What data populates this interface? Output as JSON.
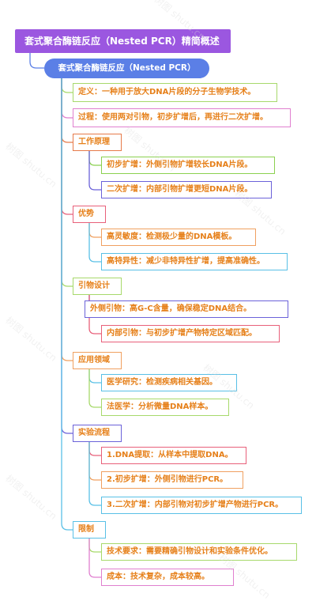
{
  "title": "套式聚合酶链反应（Nested PCR）精简概述",
  "main_node": "套式聚合酶链反应（Nested PCR）",
  "nodes": [
    {
      "id": "def",
      "text": "定义：一种用于放大DNA片段的分子生物学技术。",
      "border": "#a7d96b"
    },
    {
      "id": "proc",
      "text": "过程：使用两对引物，初步扩增后，再进行二次扩增。",
      "border": "#e07fcf"
    },
    {
      "id": "prin",
      "text": "工作原理",
      "border": "#e67a4a"
    },
    {
      "id": "prin1",
      "text": "初步扩增：外侧引物扩增较长DNA片段。",
      "border": "#8bd150"
    },
    {
      "id": "prin2",
      "text": "二次扩增：内部引物扩增更短DNA片段。",
      "border": "#6b62d9"
    },
    {
      "id": "adv",
      "text": "优势",
      "border": "#e8607a"
    },
    {
      "id": "adv1",
      "text": "高灵敏度：检测极少量的DNA模板。",
      "border": "#f0a060"
    },
    {
      "id": "adv2",
      "text": "高特异性：减少非特异性扩增，提高准确性。",
      "border": "#59c0e6"
    },
    {
      "id": "prim",
      "text": "引物设计",
      "border": "#a7d96b"
    },
    {
      "id": "prim1",
      "text": "外侧引物：高G-C含量，确保稳定DNA结合。",
      "border": "#6b62d9"
    },
    {
      "id": "prim2",
      "text": "内部引物：与初步扩增产物特定区域匹配。",
      "border": "#e8607a"
    },
    {
      "id": "app",
      "text": "应用领域",
      "border": "#f0a060"
    },
    {
      "id": "app1",
      "text": "医学研究：检测疾病相关基因。",
      "border": "#59c0e6"
    },
    {
      "id": "app2",
      "text": "法医学：分析微量DNA样本。",
      "border": "#a7d96b"
    },
    {
      "id": "exp",
      "text": "实验流程",
      "border": "#6b62d9"
    },
    {
      "id": "exp1",
      "text": "1.DNA提取：从样本中提取DNA。",
      "border": "#e8607a"
    },
    {
      "id": "exp2",
      "text": "2.初步扩增：外侧引物进行PCR。",
      "border": "#f0a060"
    },
    {
      "id": "exp3",
      "text": "3.二次扩增：内部引物对初步扩增产物进行PCR。",
      "border": "#59c0e6"
    },
    {
      "id": "lim",
      "text": "限制",
      "border": "#59c0e6"
    },
    {
      "id": "lim1",
      "text": "技术要求：需要精确引物设计和实验条件优化。",
      "border": "#a7d96b"
    },
    {
      "id": "lim2",
      "text": "成本：技术复杂，成本较高。",
      "border": "#e07fcf"
    }
  ],
  "watermark": "树图 shutu.cn"
}
